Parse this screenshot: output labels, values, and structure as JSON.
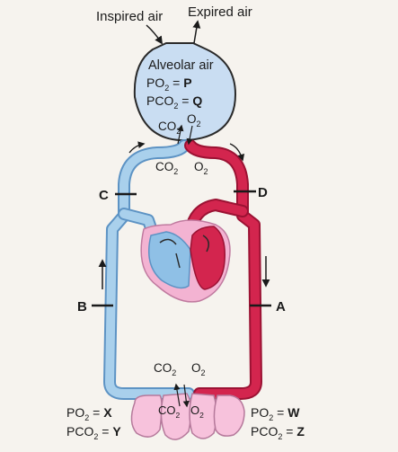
{
  "top": {
    "inspired_label": "Inspired air",
    "expired_label": "Expired air"
  },
  "alveolus": {
    "title": "Alveolar air",
    "po2_prefix": "PO",
    "po2_sub": "2",
    "po2_eq": " = ",
    "po2_var": "P",
    "pco2_prefix": "PCO",
    "pco2_sub": "2",
    "pco2_eq": " = ",
    "pco2_var": "Q",
    "exchange_co2": "CO",
    "exchange_co2_sub": "2",
    "exchange_o2": "O",
    "exchange_o2_sub": "2"
  },
  "lung_capillary": {
    "co2": "CO",
    "co2_sub": "2",
    "o2": "O",
    "o2_sub": "2"
  },
  "points": {
    "a": "A",
    "b": "B",
    "c": "C",
    "d": "D"
  },
  "tissue": {
    "co2": "CO",
    "co2_sub": "2",
    "o2": "O",
    "o2_sub": "2",
    "inner_co2": "CO",
    "inner_co2_sub": "2",
    "inner_o2": "O",
    "inner_o2_sub": "2",
    "left_po2_prefix": "PO",
    "left_po2_sub": "2",
    "left_po2_var": "X",
    "left_pco2_prefix": "PCO",
    "left_pco2_sub": "2",
    "left_pco2_var": "Y",
    "right_po2_prefix": "PO",
    "right_po2_sub": "2",
    "right_po2_var": "W",
    "right_pco2_prefix": "PCO",
    "right_pco2_sub": "2",
    "right_pco2_var": "Z",
    "eq": " = "
  },
  "colors": {
    "deoxygenated": "#a9d0ec",
    "deoxygenated_dark": "#5d93c4",
    "oxygenated": "#d3254e",
    "oxygenated_dark": "#9b1233",
    "alveolus_fill": "#c9ddf2",
    "heart_pink": "#f3b3d2",
    "tissue_pink": "#f7c2dc"
  }
}
